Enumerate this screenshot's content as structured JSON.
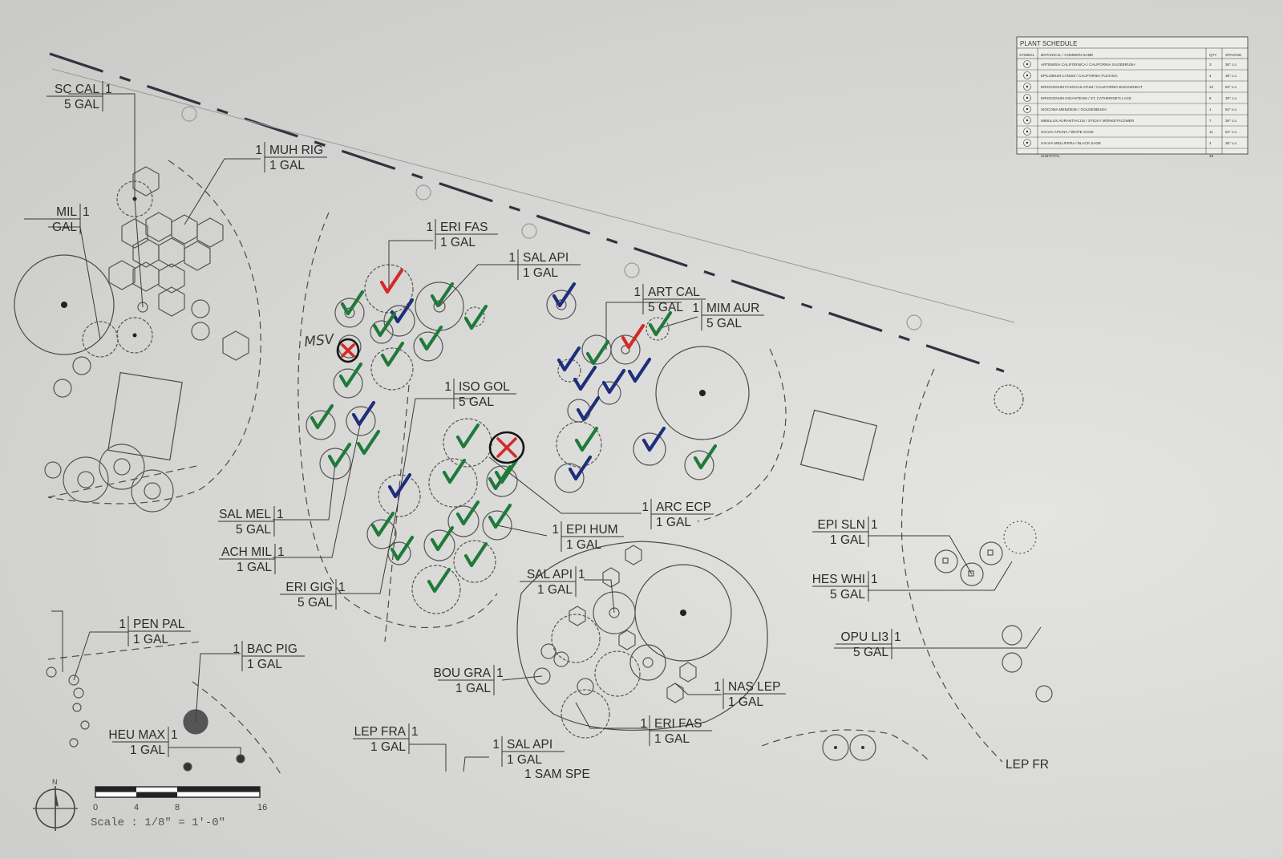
{
  "plant_tags": [
    {
      "id": "sc-cal",
      "code": "SC CAL",
      "qty": "1",
      "size": "5 GAL"
    },
    {
      "id": "muh-rig",
      "code": "MUH RIG",
      "qty": "1",
      "size": "1 GAL"
    },
    {
      "id": "mil",
      "code": "MIL",
      "qty": "1",
      "size": "GAL"
    },
    {
      "id": "eri-fas-1",
      "code": "ERI FAS",
      "qty": "1",
      "size": "1 GAL"
    },
    {
      "id": "sal-api-1",
      "code": "SAL API",
      "qty": "1",
      "size": "1 GAL"
    },
    {
      "id": "art-cal",
      "code": "ART CAL",
      "qty": "1",
      "size": "5 GAL"
    },
    {
      "id": "mim-aur",
      "code": "MIM AUR",
      "qty": "1",
      "size": "5 GAL"
    },
    {
      "id": "iso-gol",
      "code": "ISO GOL",
      "qty": "1",
      "size": "5 GAL"
    },
    {
      "id": "sal-mel",
      "code": "SAL MEL",
      "qty": "1",
      "size": "5 GAL"
    },
    {
      "id": "ach-mil",
      "code": "ACH MIL",
      "qty": "1",
      "size": "1 GAL"
    },
    {
      "id": "eri-gig",
      "code": "ERI GIG",
      "qty": "1",
      "size": "5 GAL"
    },
    {
      "id": "arc-ecp",
      "code": "ARC ECP",
      "qty": "1",
      "size": "1 GAL"
    },
    {
      "id": "epi-hum",
      "code": "EPI HUM",
      "qty": "1",
      "size": "1 GAL"
    },
    {
      "id": "sal-api-2",
      "code": "SAL API",
      "qty": "1",
      "size": "1 GAL"
    },
    {
      "id": "epi-sln",
      "code": "EPI SLN",
      "qty": "1",
      "size": "1 GAL"
    },
    {
      "id": "hes-whi",
      "code": "HES WHI",
      "qty": "1",
      "size": "5 GAL"
    },
    {
      "id": "opu-li3",
      "code": "OPU LI3",
      "qty": "1",
      "size": "5 GAL"
    },
    {
      "id": "pen-pal",
      "code": "PEN PAL",
      "qty": "1",
      "size": "1 GAL"
    },
    {
      "id": "bac-pig",
      "code": "BAC PIG",
      "qty": "1",
      "size": "1 GAL"
    },
    {
      "id": "bou-gra",
      "code": "BOU GRA",
      "qty": "1",
      "size": "1 GAL"
    },
    {
      "id": "nas-lep",
      "code": "NAS LEP",
      "qty": "1",
      "size": "1 GAL"
    },
    {
      "id": "eri-fas-2",
      "code": "ERI FAS",
      "qty": "1",
      "size": "1 GAL"
    },
    {
      "id": "heu-max",
      "code": "HEU MAX",
      "qty": "1",
      "size": "1 GAL"
    },
    {
      "id": "lep-fra",
      "code": "LEP FRA",
      "qty": "1",
      "size": "1 GAL"
    },
    {
      "id": "sal-api-3",
      "code": "SAL API",
      "qty": "1",
      "size": "1 GAL"
    }
  ],
  "partial_labels": {
    "bottom_center": "1 SAM SPE",
    "bottom_right": "LEP FR"
  },
  "handwritten_note": "MSV",
  "plant_schedule": {
    "title": "PLANT SCHEDULE",
    "headers": {
      "symbol": "SYMBOL",
      "name": "BOTANICAL / COMMON NAME",
      "qty": "QTY",
      "spacing": "SPACING"
    },
    "rows": [
      {
        "name": "ARTEMISIA CALIFORNICA / CALIFORNIA SAGEBRUSH",
        "qty": "3",
        "spacing": "36\" o.c."
      },
      {
        "name": "EPILOBIUM CANUM / CALIFORNIA FUCHSIA",
        "qty": "4",
        "spacing": "36\" o.c."
      },
      {
        "name": "ERIOGONUM FASCICULATUM / CALIFORNIA BUCKWHEAT",
        "qty": "12",
        "spacing": "54\" o.c."
      },
      {
        "name": "ERIOGONUM GIGANTEUM / ST. CATHERINE'S LACE",
        "qty": "8",
        "spacing": "36\" o.c."
      },
      {
        "name": "ISOCOMA MENZIESII / GOLDENBUSH",
        "qty": "1",
        "spacing": "54\" o.c."
      },
      {
        "name": "MIMULUS AURANTIACUS / STICKY MONKEYFLOWER",
        "qty": "7",
        "spacing": "36\" o.c."
      },
      {
        "name": "SALVIA APIANA / WHITE SAGE",
        "qty": "11",
        "spacing": "54\" o.c."
      },
      {
        "name": "SALVIA MELLIFERA / BLACK SAGE",
        "qty": "4",
        "spacing": "36\" o.c."
      }
    ],
    "subtotal_label": "SUBTOTAL",
    "subtotal_qty": "48"
  },
  "scale_bar": {
    "ticks": [
      "0",
      "4",
      "8",
      "16"
    ],
    "label": "Scale : 1/8\" = 1'-0\""
  },
  "north_arrow": {
    "letter": "N"
  },
  "colors": {
    "paper": "#dcdcda",
    "ink": "#3a3a3a",
    "check_green": "#1f7a3a",
    "check_blue": "#1d2f7a",
    "check_red": "#d42a2a"
  }
}
